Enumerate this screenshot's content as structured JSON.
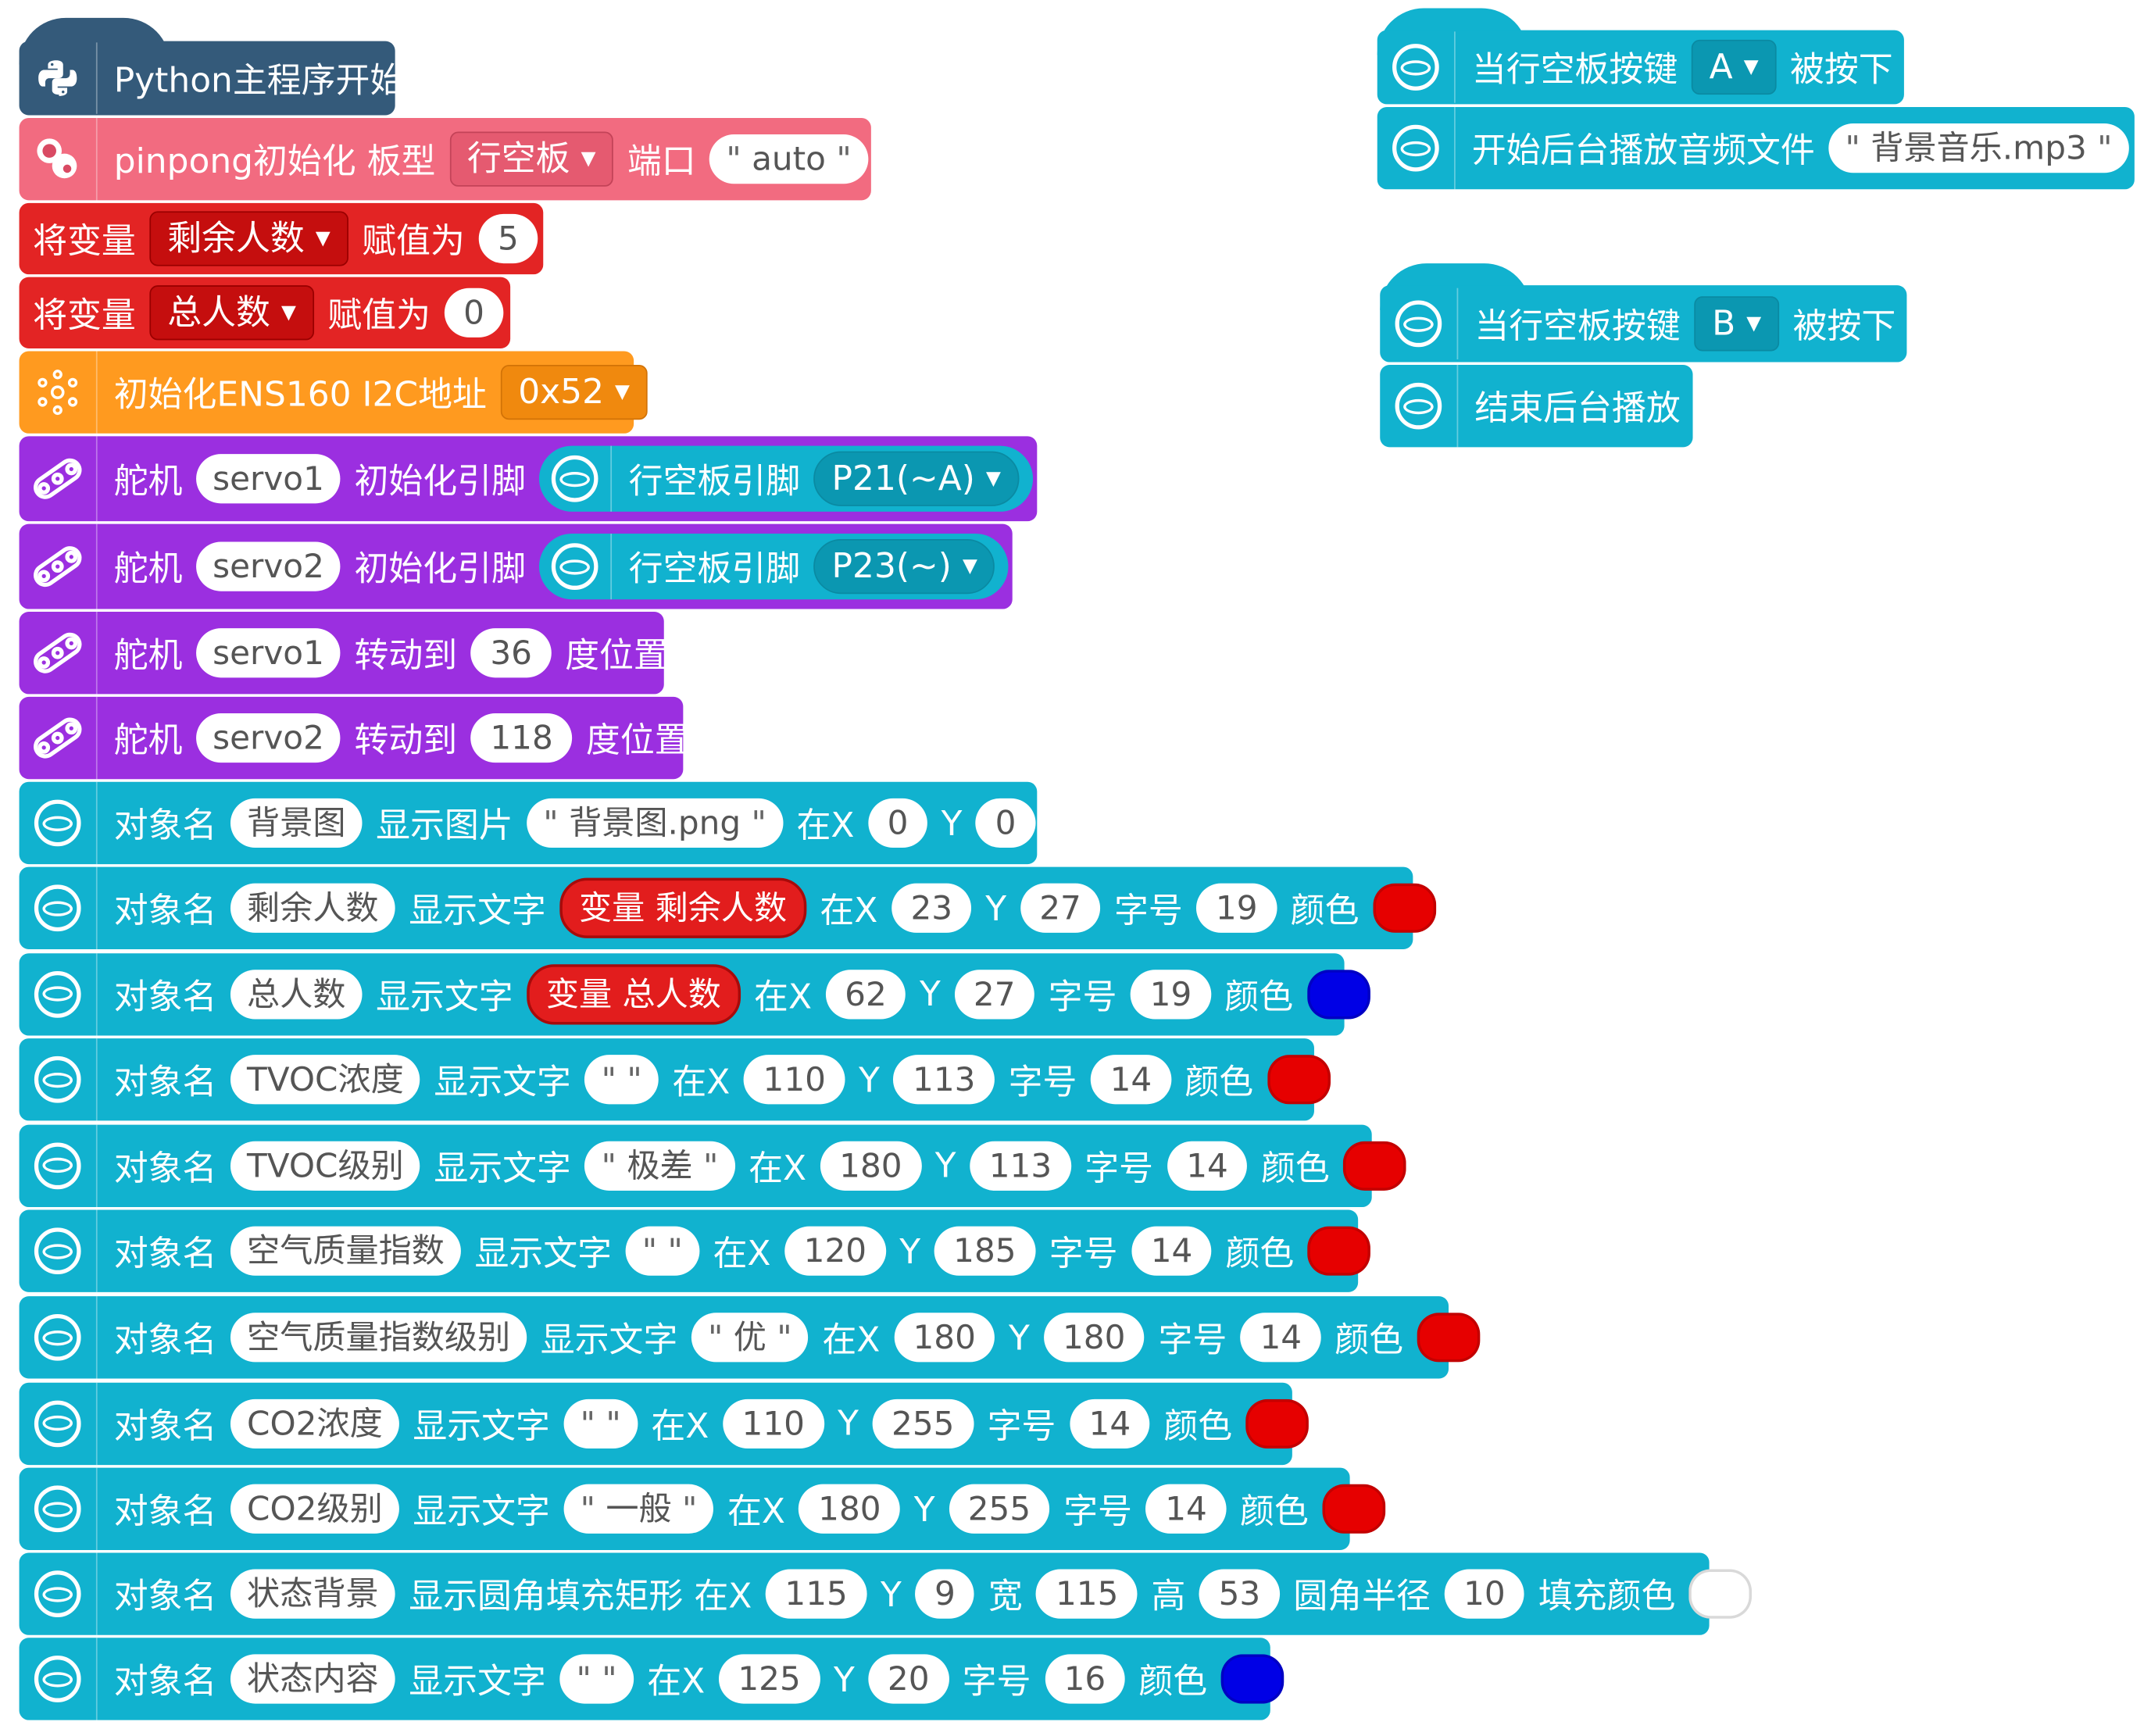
{
  "main_script": {
    "hat_label": "Python主程序开始",
    "pinpong": {
      "label": "pinpong初始化 板型",
      "board": "行空板",
      "port_label": "端口",
      "port_value": "auto"
    },
    "set_vars": [
      {
        "prefix": "将变量",
        "var": "剩余人数",
        "assign": "赋值为",
        "value": "5"
      },
      {
        "prefix": "将变量",
        "var": "总人数",
        "assign": "赋值为",
        "value": "0"
      }
    ],
    "ens160": {
      "label": "初始化ENS160 I2C地址",
      "address": "0x52"
    },
    "servo_init": [
      {
        "label": "舵机",
        "name": "servo1",
        "init": "初始化引脚",
        "pin_label": "行空板引脚",
        "pin": "P21(~A)"
      },
      {
        "label": "舵机",
        "name": "servo2",
        "init": "初始化引脚",
        "pin_label": "行空板引脚",
        "pin": "P23(~)"
      }
    ],
    "servo_move": [
      {
        "label": "舵机",
        "name": "servo1",
        "to": "转动到",
        "angle": "36",
        "suffix": "度位置"
      },
      {
        "label": "舵机",
        "name": "servo2",
        "to": "转动到",
        "angle": "118",
        "suffix": "度位置"
      }
    ],
    "display_image": {
      "obj_label": "对象名",
      "obj": "背景图",
      "action": "显示图片",
      "file": "背景图.png",
      "x_label": "在X",
      "x": "0",
      "y_label": "Y",
      "y": "0"
    },
    "display_texts": [
      {
        "obj": "剩余人数",
        "kind": "var",
        "text": "变量 剩余人数",
        "x": "23",
        "y": "27",
        "size": "19",
        "color": "#e60000"
      },
      {
        "obj": "总人数",
        "kind": "var",
        "text": "变量 总人数",
        "x": "62",
        "y": "27",
        "size": "19",
        "color": "#0000e6"
      },
      {
        "obj": "TVOC浓度",
        "kind": "str",
        "text": " ",
        "x": "110",
        "y": "113",
        "size": "14",
        "color": "#e60000"
      },
      {
        "obj": "TVOC级别",
        "kind": "str",
        "text": "极差",
        "x": "180",
        "y": "113",
        "size": "14",
        "color": "#e60000"
      },
      {
        "obj": "空气质量指数",
        "kind": "str",
        "text": " ",
        "x": "120",
        "y": "185",
        "size": "14",
        "color": "#e60000"
      },
      {
        "obj": "空气质量指数级别",
        "kind": "str",
        "text": "优",
        "x": "180",
        "y": "180",
        "size": "14",
        "color": "#e60000"
      },
      {
        "obj": "CO2浓度",
        "kind": "str",
        "text": " ",
        "x": "110",
        "y": "255",
        "size": "14",
        "color": "#e60000"
      },
      {
        "obj": "CO2级别",
        "kind": "str",
        "text": "一般",
        "x": "180",
        "y": "255",
        "size": "14",
        "color": "#e60000"
      }
    ],
    "rect": {
      "obj": "状态背景",
      "action": "显示圆角填充矩形 在X",
      "x": "115",
      "y": "9",
      "w_label": "宽",
      "w": "115",
      "h_label": "高",
      "h": "53",
      "r_label": "圆角半径",
      "r": "10",
      "fill_label": "填充颜色",
      "fill": "#ffffff"
    },
    "status_text": {
      "obj": "状态内容",
      "text": " ",
      "x": "125",
      "y": "20",
      "size": "16",
      "color": "#0000e6"
    },
    "common": {
      "obj_label": "对象名",
      "show_text": "显示文字",
      "x_label": "在X",
      "y_label": "Y",
      "size_label": "字号",
      "color_label": "颜色"
    }
  },
  "script_a": {
    "when_label": "当行空板按键",
    "key": "A",
    "pressed": "被按下",
    "action": "开始后台播放音频文件",
    "file": "背景音乐.mp3"
  },
  "script_b": {
    "when_label": "当行空板按键",
    "key": "B",
    "pressed": "被按下",
    "action": "结束后台播放"
  },
  "colors": {
    "python": "#345a7a",
    "pinpong": "#f26b80",
    "variable": "#e32424",
    "sensor": "#ff9a1f",
    "servo": "#9b2fe0",
    "unihiker": "#11b2cf"
  },
  "icons": {
    "python": "python-icon",
    "pinpong": "pinpong-icon",
    "sensor": "sensor-icon",
    "servo": "servo-icon",
    "unihiker": "unihiker-icon"
  }
}
